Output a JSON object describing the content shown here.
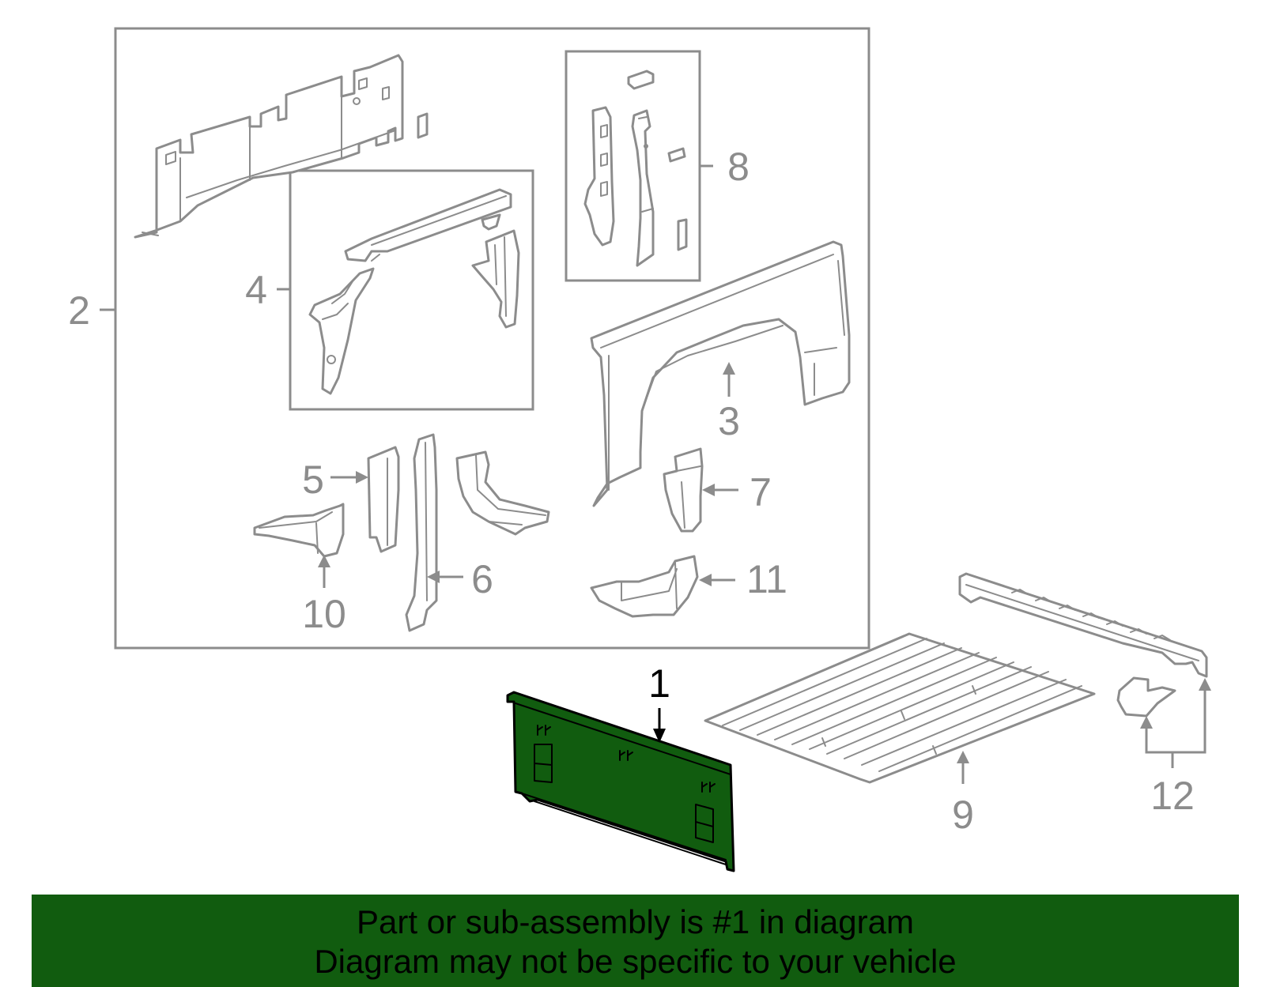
{
  "colors": {
    "line_gray": "#8c8c8c",
    "highlight_fill": "#115c0f",
    "banner_fill": "#115c0f",
    "highlight_stroke": "#000000",
    "banner_text": "#000000"
  },
  "callouts": [
    {
      "id": "1",
      "label": "1",
      "highlighted": true
    },
    {
      "id": "2",
      "label": "2"
    },
    {
      "id": "3",
      "label": "3"
    },
    {
      "id": "4",
      "label": "4"
    },
    {
      "id": "5",
      "label": "5"
    },
    {
      "id": "6",
      "label": "6"
    },
    {
      "id": "7",
      "label": "7"
    },
    {
      "id": "8",
      "label": "8"
    },
    {
      "id": "9",
      "label": "9"
    },
    {
      "id": "10",
      "label": "10"
    },
    {
      "id": "11",
      "label": "11"
    },
    {
      "id": "12",
      "label": "12"
    }
  ],
  "banner": {
    "line1": "Part or sub-assembly is #1 in diagram",
    "line2": "Diagram may not be specific to your vehicle"
  }
}
